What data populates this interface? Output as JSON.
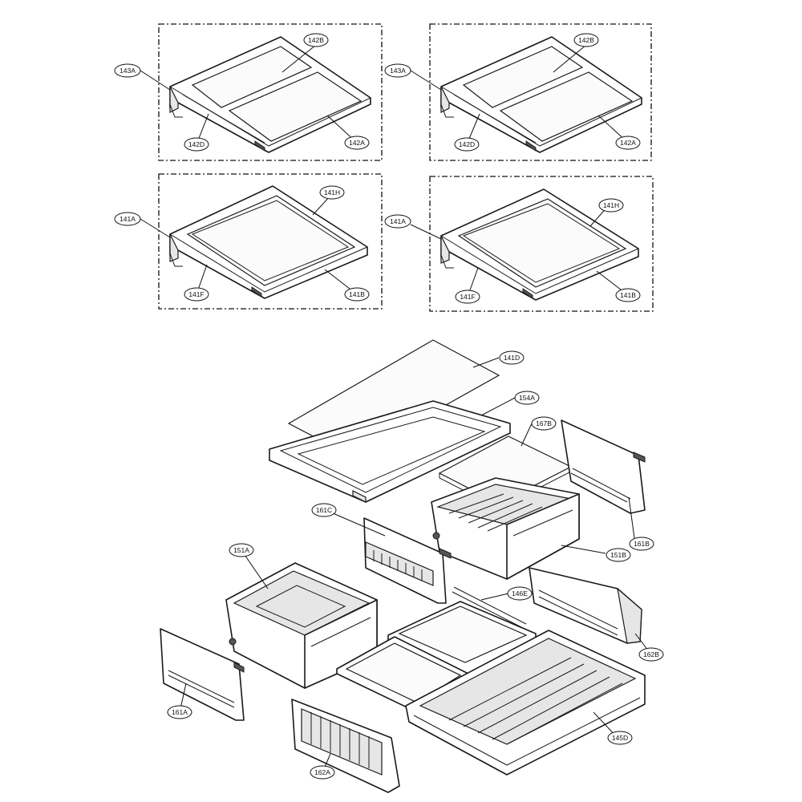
{
  "callouts": {
    "b143A_1": "143A",
    "b142B_1": "142B",
    "b142D_1": "142D",
    "b142A_1": "142A",
    "b143A_2": "143A",
    "b142B_2": "142B",
    "b142D_2": "142D",
    "b142A_2": "142A",
    "b141A_1": "141A",
    "b141H_1": "141H",
    "b141F_1": "141F",
    "b141B_1": "141B",
    "b141A_2": "141A",
    "b141H_2": "141H",
    "b141F_2": "141F",
    "b141B_2": "141B",
    "b141D": "141D",
    "b154A": "154A",
    "b167B": "167B",
    "b161C": "161C",
    "b161B": "161B",
    "b151B": "151B",
    "b151A": "151A",
    "b146E": "146E",
    "b162B": "162B",
    "b161A": "161A",
    "b145D": "145D",
    "b162A": "162A"
  }
}
